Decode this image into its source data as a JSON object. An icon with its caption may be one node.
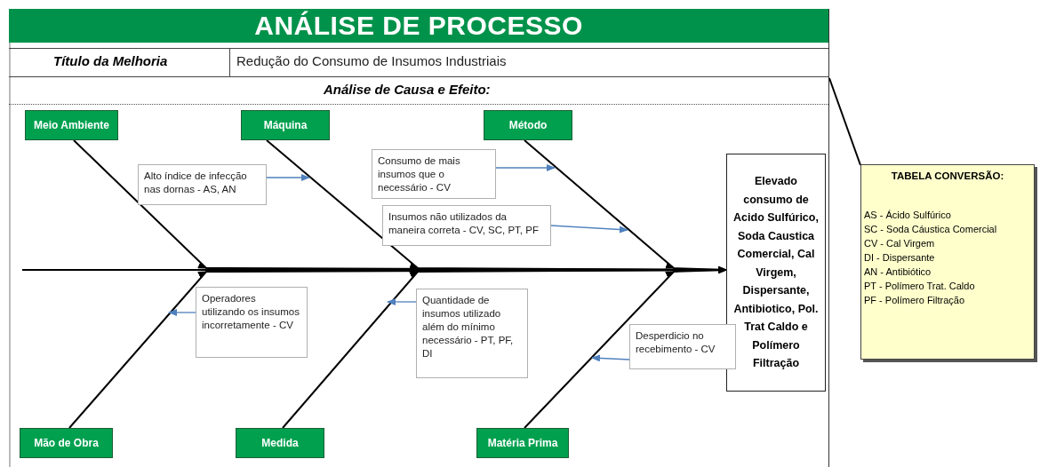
{
  "diagram": {
    "title": "ANÁLISE DE PROCESSO",
    "nodes": [
      {
        "text": [
          "Meio Ambiente"
        ]
      },
      {
        "text": [
          "Máquina"
        ]
      },
      {
        "text": [
          "Método"
        ]
      },
      {
        "text": [
          "Mão de Obra"
        ]
      },
      {
        "text": [
          "Medida"
        ]
      },
      {
        "text": [
          "Matéria Prima"
        ]
      },
      {
        "text": [
          "Elevado consumo de Acido Sulfúrico, Soda Caustica Comercial, Cal Virgem, Dispersante, Antibiotico, Pol. Trat Caldo e Polímero Filtração"
        ]
      },
      {
        "text": [
          "Alto índice de infecção nas dornas - AS, AN"
        ]
      },
      {
        "text": [
          "Consumo de mais insumos que o necessário - CV"
        ]
      },
      {
        "text": [
          "Insumos não utilizados da maneira correta - CV, SC, PT, PF"
        ]
      },
      {
        "text": [
          "Operadores utilizando os insumos incorretamente - CV"
        ]
      },
      {
        "text": [
          "Quantidade de insumos utilizado além do mínimo necessário - PT, PF, DI"
        ]
      },
      {
        "text": [
          "Desperdicio no recebimento - CV"
        ]
      },
      {
        "text": [
          "TABELA CONVERSÃO:",
          "AS - Ácido Sulfúrico",
          "SC - Soda Cáustica Comercial",
          "CV - Cal Virgem",
          "DI - Dispersante",
          "AN - Antibiótico",
          "PT - Polímero Trat. Caldo",
          "PF - Polímero Filtração"
        ]
      }
    ],
    "edges": [
      {
        "from": 0,
        "to": 6,
        "arrow": "to"
      },
      {
        "from": 1,
        "to": 6,
        "arrow": "to"
      },
      {
        "from": 2,
        "to": 6,
        "arrow": "to"
      },
      {
        "from": 3,
        "to": 6,
        "arrow": "to"
      },
      {
        "from": 4,
        "to": 6,
        "arrow": "to"
      },
      {
        "from": 5,
        "to": 6,
        "arrow": "to"
      },
      {
        "from": null,
        "to": 6,
        "arrow": "to"
      },
      {
        "from": 7,
        "to": null,
        "arrow": "to",
        "color": "#4f81bd"
      },
      {
        "from": 8,
        "to": null,
        "arrow": "to",
        "color": "#4f81bd"
      },
      {
        "from": 9,
        "to": null,
        "arrow": "to",
        "color": "#4f81bd"
      },
      {
        "from": 10,
        "to": null,
        "arrow": "to",
        "color": "#4f81bd"
      },
      {
        "from": 11,
        "to": null,
        "arrow": "to",
        "color": "#4f81bd"
      },
      {
        "from": 12,
        "to": null,
        "arrow": "to",
        "color": "#4f81bd"
      },
      {
        "from": 13,
        "to": null,
        "arrow": "none"
      }
    ],
    "labels": [
      "Título da Melhoria",
      "Redução do Consumo de Insumos Industriais",
      "Análise de Causa e Efeito:"
    ]
  }
}
